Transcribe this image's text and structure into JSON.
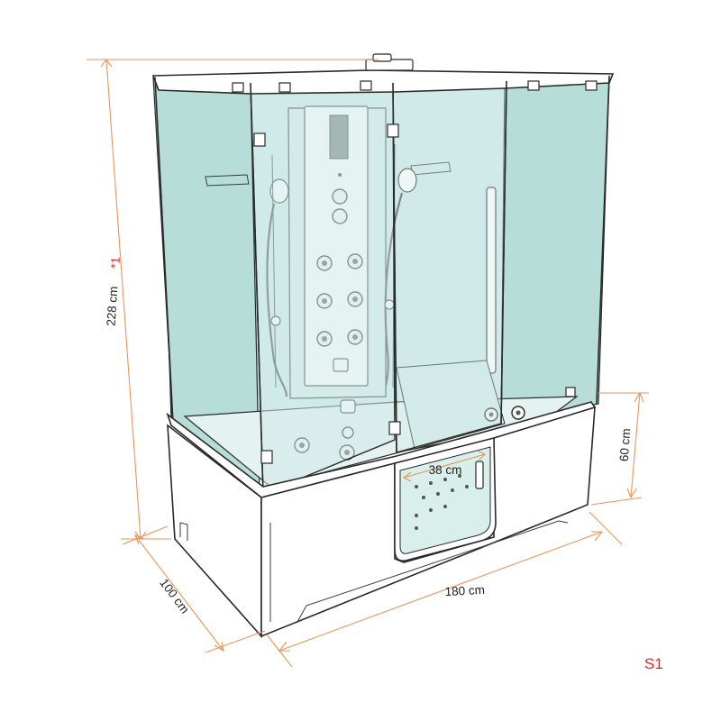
{
  "dimensions": {
    "height": {
      "value": "228 cm",
      "note_marker": "*1"
    },
    "depth": "100 cm",
    "width": "180 cm",
    "tub_height": "60 cm",
    "door_width": "38 cm"
  },
  "figure_code": "S1",
  "colors": {
    "dimension_line": "#e8965a",
    "glass": "#cfeae8",
    "accent_red": "#e0261e"
  }
}
